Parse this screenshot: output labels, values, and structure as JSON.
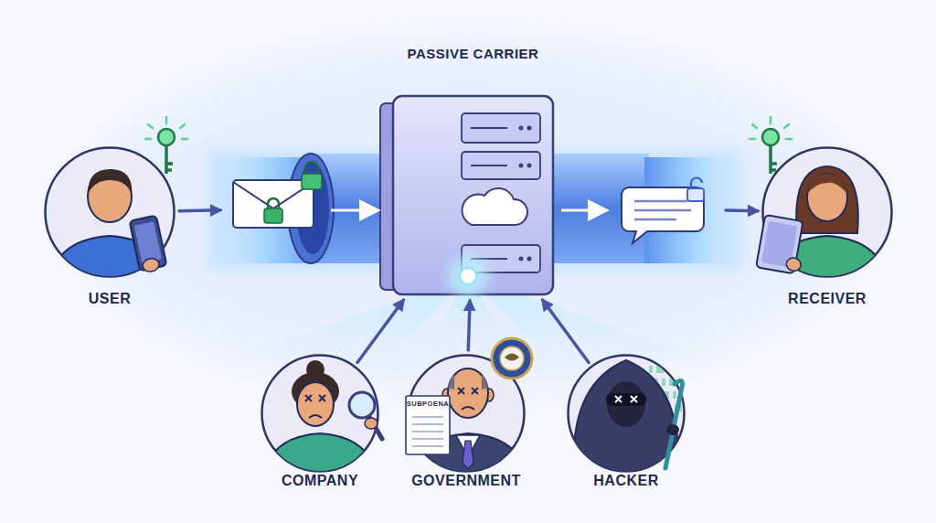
{
  "diagram": {
    "nodes": [
      {
        "text": [
          "PASSIVE CARRIER"
        ]
      },
      {
        "text": [
          "USER"
        ]
      },
      {
        "text": [
          "RECEIVER"
        ]
      },
      {
        "text": [
          "COMPANY"
        ]
      },
      {
        "text": [
          "GOVERNMENT"
        ]
      },
      {
        "text": [
          "SUBPOENA"
        ],
        "in": 4
      },
      {
        "text": [
          "HACKER"
        ]
      }
    ],
    "edges": [
      {
        "from": 1,
        "to": 0,
        "arrow": "to"
      },
      {
        "from": 0,
        "to": 2,
        "arrow": "to"
      },
      {
        "from": 3,
        "to": 0,
        "arrow": "to"
      },
      {
        "from": 4,
        "to": 0,
        "arrow": "to"
      },
      {
        "from": 6,
        "to": 0,
        "arrow": "to"
      }
    ]
  }
}
